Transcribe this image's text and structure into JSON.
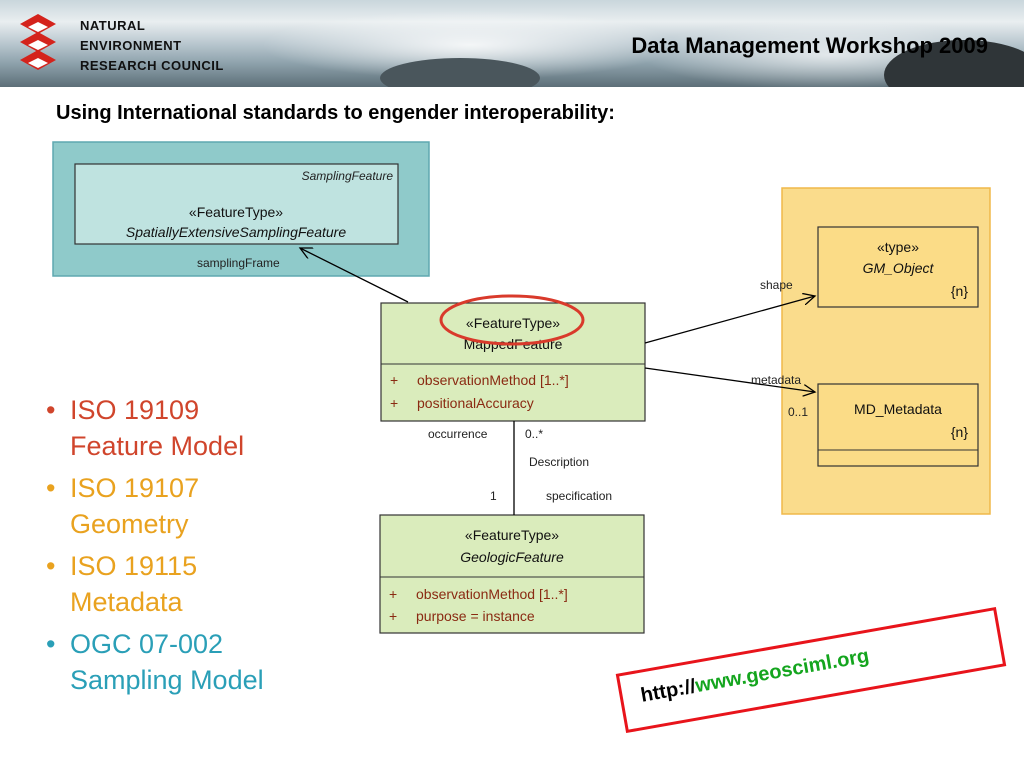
{
  "header": {
    "org_lines": [
      "NATURAL",
      "ENVIRONMENT",
      "RESEARCH COUNCIL"
    ],
    "title": "Data Management Workshop 2009"
  },
  "subtitle": "Using International standards to engender interoperability:",
  "diagram": {
    "sampling_pkg_label": "SamplingFeature",
    "sampling_stereotype": "«FeatureType»",
    "sampling_class": "SpatiallyExtensiveSamplingFeature",
    "sampling_frame": "samplingFrame",
    "mapped_stereotype": "«FeatureType»",
    "mapped_class": "MappedFeature",
    "mapped_attrs": [
      {
        "vis": "+",
        "name": "observationMethod [1..*]"
      },
      {
        "vis": "+",
        "name": "positionalAccuracy"
      }
    ],
    "shape_label": "shape",
    "metadata_label": "metadata",
    "metadata_mult": "0..1",
    "gm_stereotype": "«type»",
    "gm_class": "GM_Object",
    "gm_tag": "{n}",
    "md_class": "MD_Metadata",
    "md_tag": "{n}",
    "occurrence_label": "occurrence",
    "occurrence_mult": "0..*",
    "description_label": "Description",
    "specification_label": "specification",
    "spec_mult": "1",
    "geo_stereotype": "«FeatureType»",
    "geo_class": "GeologicFeature",
    "geo_attrs": [
      {
        "vis": "+",
        "name": "observationMethod [1..*]"
      },
      {
        "vis": "+",
        "name": "purpose = instance"
      }
    ]
  },
  "bullets": [
    {
      "line1": "ISO 19109",
      "line2": "Feature Model",
      "color": "#d0452c"
    },
    {
      "line1": "ISO 19107",
      "line2": "Geometry",
      "color": "#e9a21f"
    },
    {
      "line1": "ISO 19115",
      "line2": "Metadata",
      "color": "#e9a21f"
    },
    {
      "line1": "OGC 07-002",
      "line2": "Sampling Model",
      "color": "#2a9fb7"
    }
  ],
  "link": {
    "prefix": "http://",
    "url": "www.geosciml.org"
  }
}
